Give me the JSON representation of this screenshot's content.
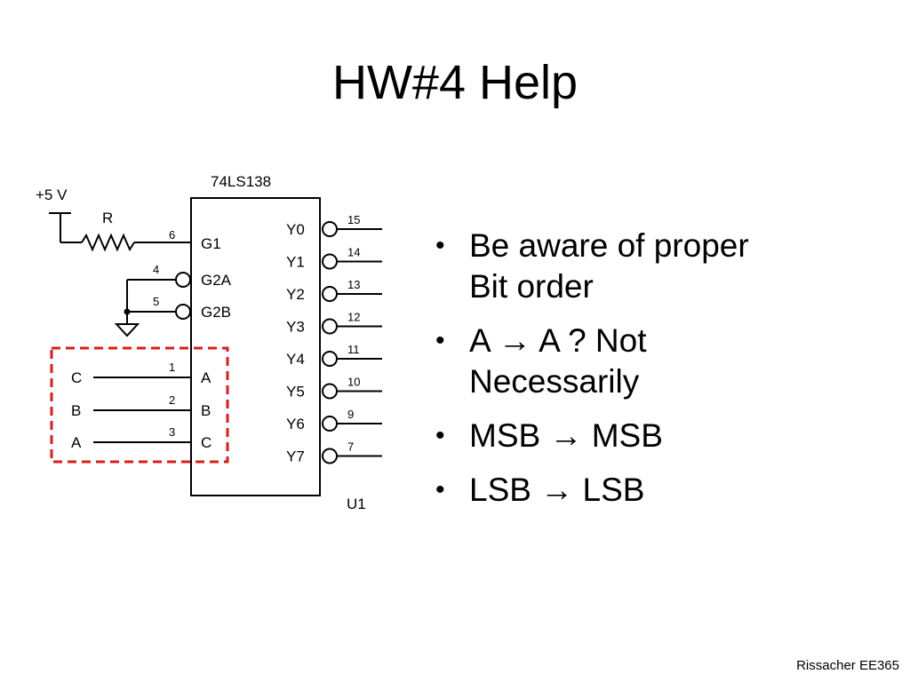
{
  "slide": {
    "title": "HW#4 Help",
    "footer": "Rissacher EE365"
  },
  "diagram": {
    "chip_name": "74LS138",
    "designator": "U1",
    "supply_label": "+5 V",
    "resistor_label": "R",
    "input_pins": [
      {
        "name": "G1",
        "number": "6"
      },
      {
        "name": "G2A",
        "number": "4"
      },
      {
        "name": "G2B",
        "number": "5"
      },
      {
        "name": "A",
        "number": "1"
      },
      {
        "name": "B",
        "number": "2"
      },
      {
        "name": "C",
        "number": "3"
      }
    ],
    "signal_labels": [
      "C",
      "B",
      "A"
    ],
    "outputs": [
      {
        "name": "Y0",
        "number": "15"
      },
      {
        "name": "Y1",
        "number": "14"
      },
      {
        "name": "Y2",
        "number": "13"
      },
      {
        "name": "Y3",
        "number": "12"
      },
      {
        "name": "Y4",
        "number": "11"
      },
      {
        "name": "Y5",
        "number": "10"
      },
      {
        "name": "Y6",
        "number": "9"
      },
      {
        "name": "Y7",
        "number": "7"
      }
    ],
    "highlight_color": "#e01b1b"
  },
  "bullets": [
    {
      "line1": "Be aware of proper",
      "line2": "Bit order"
    },
    {
      "line1": "A → A ?  Not",
      "line2": "Necessarily"
    },
    {
      "line1": "MSB → MSB",
      "line2": ""
    },
    {
      "line1": "LSB → LSB",
      "line2": ""
    }
  ]
}
